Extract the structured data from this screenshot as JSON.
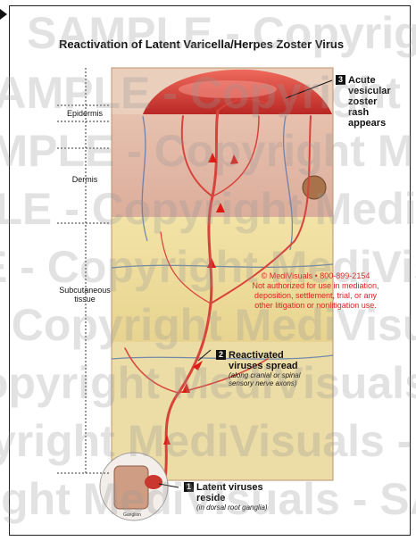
{
  "title": "Reactivation of Latent Varicella/Herpes Zoster Virus",
  "layers": {
    "epidermis": "Epidermis",
    "dermis": "Dermis",
    "subcutaneous_line1": "Subcutaneous",
    "subcutaneous_line2": "tissue"
  },
  "callouts": [
    {
      "num": "3",
      "lines": [
        "Acute",
        "vesicular",
        "zoster",
        "rash",
        "appears"
      ]
    },
    {
      "num": "2",
      "lines": [
        "Reactivated",
        "viruses spread"
      ],
      "sub": [
        "(along cranial or spinal",
        "sensory nerve axons)"
      ]
    },
    {
      "num": "1",
      "lines": [
        "Latent viruses",
        "reside"
      ],
      "sub": [
        "(in dorsal root ganglia)"
      ]
    }
  ],
  "ganglion_label": "Ganglion",
  "notice": {
    "line1": "© MediVisuals • 800-899-2154",
    "line2": "Not authorized for use in mediation,",
    "line3": "deposition, settlement, trial, or any",
    "line4": "other litigation or nonlitigation use."
  },
  "watermarks": [
    "SAMPLE - Copyright MediVisuals - SAMPLE - Copyright MediVisuals"
  ],
  "colors": {
    "rash": "#d83a35",
    "epidermis": "#e8c9b4",
    "dermis": "#e3b9a8",
    "subcutaneous": "#f0e0a2",
    "deep": "#e9d8a0",
    "nerve": "#d9423a",
    "arrow": "#e01a12",
    "notice": "#e02020"
  }
}
